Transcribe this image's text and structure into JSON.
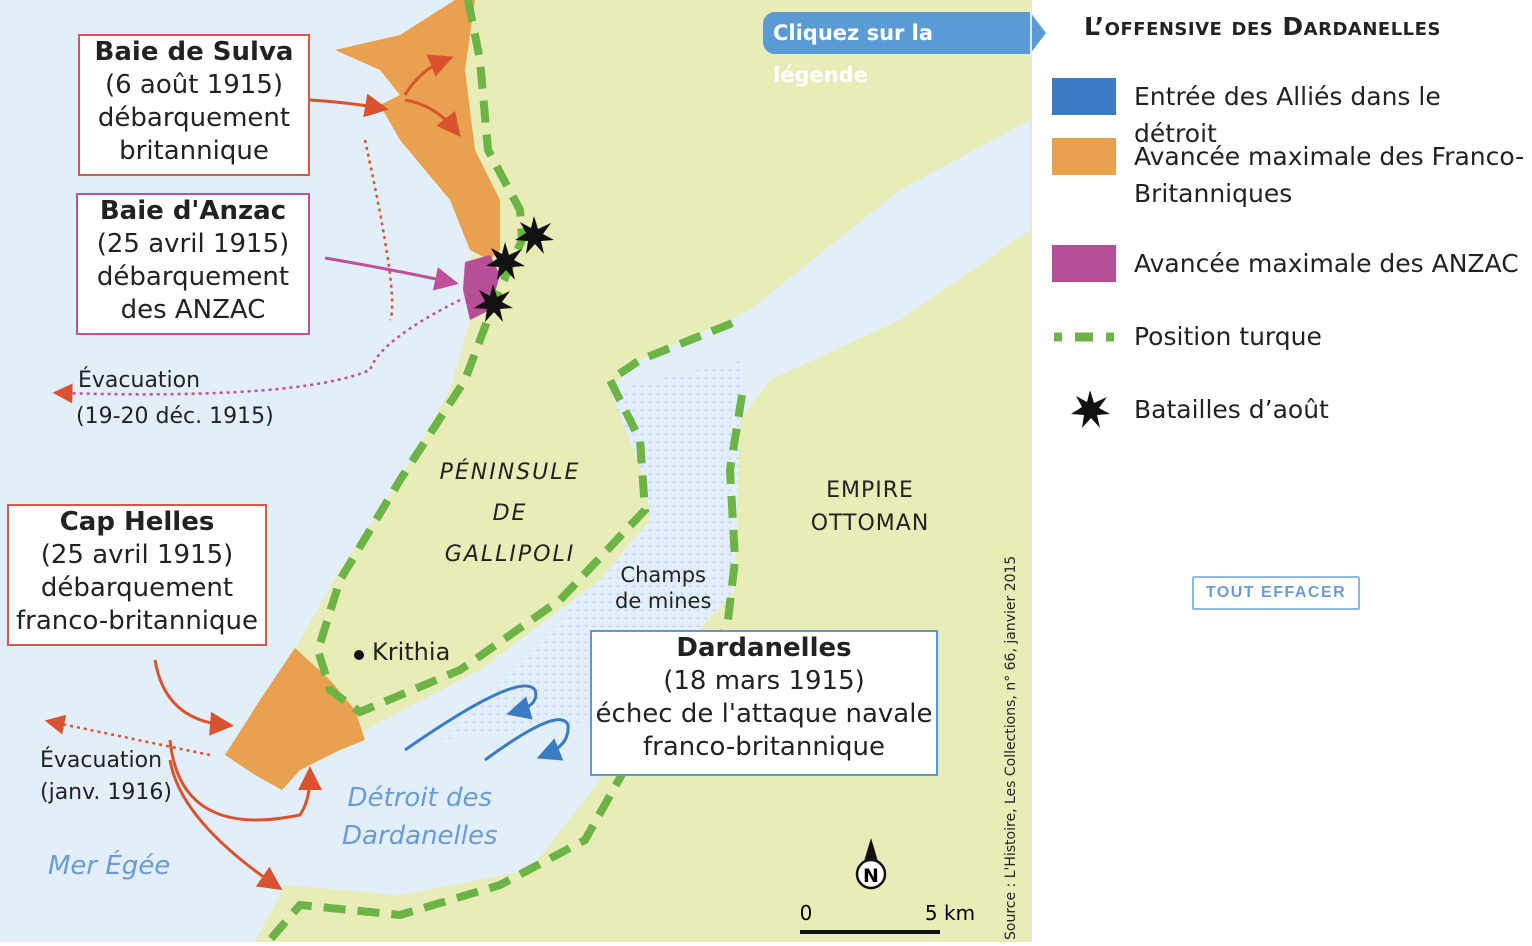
{
  "hint_label": "Cliquez sur la légende",
  "legend": {
    "title": "L’offensive des Dardanelles",
    "items": [
      {
        "label": "Entrée des Alliés dans le détroit",
        "color": "#3a7cc4",
        "kind": "swatch"
      },
      {
        "label": "Avancée maximale des Franco-Britanniques",
        "color": "#e9a04f",
        "kind": "swatch"
      },
      {
        "label": "Avancée maximale des ANZAC",
        "color": "#b64f97",
        "kind": "swatch"
      },
      {
        "label": "Position turque",
        "color": "#6bb445",
        "kind": "dashed-line"
      },
      {
        "label": "Batailles d’août",
        "color": "#111111",
        "kind": "explosion-icon"
      }
    ],
    "clear_button": "TOUT EFFACER"
  },
  "map": {
    "boxes": {
      "sulva": {
        "title": "Baie de Sulva",
        "date": "(6 août 1915)",
        "desc1": "débarquement",
        "desc2": "britannique"
      },
      "anzac": {
        "title": "Baie d'Anzac",
        "date": "(25 avril 1915)",
        "desc1": "débarquement",
        "desc2": "des ANZAC"
      },
      "helles": {
        "title": "Cap Helles",
        "date": "(25 avril 1915)",
        "desc1": "débarquement",
        "desc2": "franco-britannique"
      },
      "dardanelles": {
        "title": "Dardanelles",
        "date": "(18 mars 1915)",
        "desc1": "échec de l'attaque navale",
        "desc2": "franco-britannique"
      }
    },
    "evacuation1": {
      "label": "Évacuation",
      "date": "(19-20 déc. 1915)"
    },
    "evacuation2": {
      "label": "Évacuation",
      "date": "(janv. 1916)"
    },
    "peninsula": [
      "PÉNINSULE",
      "DE",
      "GALLIPOLI"
    ],
    "empire": [
      "EMPIRE",
      "OTTOMAN"
    ],
    "mines": [
      "Champs",
      "de mines"
    ],
    "krithia": "Krithia",
    "strait": [
      "Détroit des",
      "Dardanelles"
    ],
    "sea": "Mer Égée",
    "north": "N",
    "scale": {
      "start": "0",
      "end": "5 km"
    },
    "source": "Source : L'Histoire, Les Collections, n° 66, janvier 2015",
    "colors": {
      "water": "#e2eefa",
      "land": "#e8ecb6",
      "turkish_line": "#6bb445",
      "arrow_red": "#d9532f",
      "arrow_blue": "#3a7cc4"
    }
  }
}
